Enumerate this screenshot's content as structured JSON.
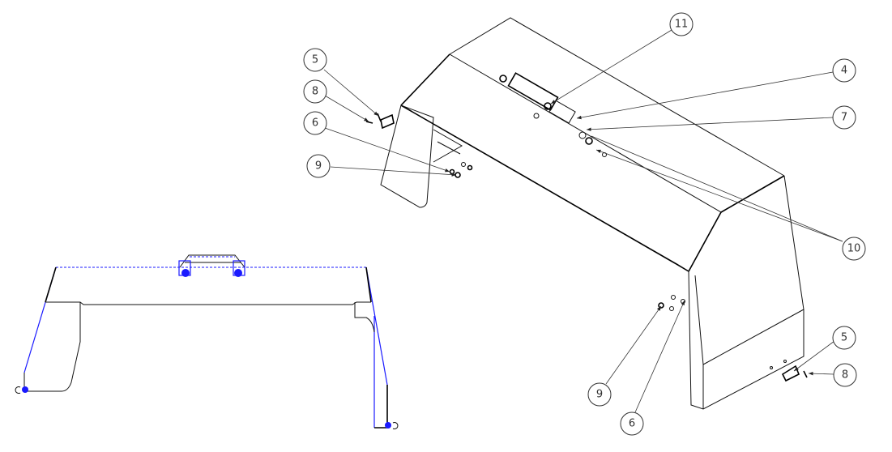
{
  "drawing": {
    "balloons": [
      {
        "id": "b5a",
        "label": "5"
      },
      {
        "id": "b8a",
        "label": "8"
      },
      {
        "id": "b6a",
        "label": "6"
      },
      {
        "id": "b9a",
        "label": "9"
      },
      {
        "id": "b11",
        "label": "11"
      },
      {
        "id": "b4",
        "label": "4"
      },
      {
        "id": "b7",
        "label": "7"
      },
      {
        "id": "b10",
        "label": "10"
      },
      {
        "id": "b5b",
        "label": "5"
      },
      {
        "id": "b8b",
        "label": "8"
      },
      {
        "id": "b9b",
        "label": "9"
      },
      {
        "id": "b6b",
        "label": "6"
      }
    ],
    "colors": {
      "line": "#111111",
      "highlight": "#1a1aff",
      "balloon": "#333333"
    }
  }
}
